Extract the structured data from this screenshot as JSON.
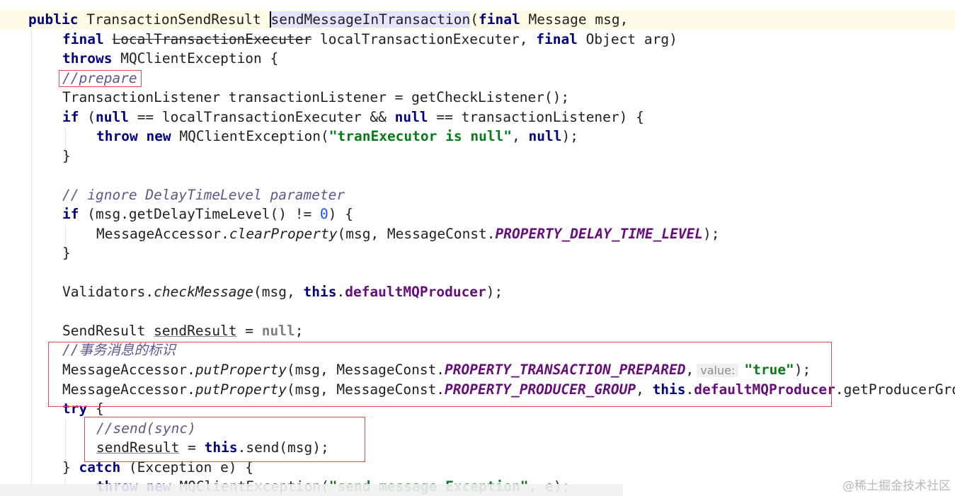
{
  "code": {
    "l1": {
      "public": "public",
      "type": "TransactionSendResult",
      "method": "sendMessageInTransaction",
      "paren": "(",
      "final": "final",
      "param": "Message msg,"
    },
    "l2": {
      "final1": "final",
      "deprecated_type": "LocalTransactionExecuter",
      "param1": "localTransactionExecuter,",
      "final2": "final",
      "param2": "Object arg)"
    },
    "l3": {
      "throws": "throws",
      "exc": "MQClientException {"
    },
    "l4": {
      "comment": "//prepare"
    },
    "l5": {
      "text": "TransactionListener transactionListener = getCheckListener();"
    },
    "l6": {
      "if": "if",
      "p1": "(",
      "null1": "null",
      "p2": "== localTransactionExecuter && ",
      "null2": "null",
      "p3": "== transactionListener) {"
    },
    "l7": {
      "throw": "throw",
      "new": "new",
      "p1": "MQClientException(",
      "str": "\"tranExecutor is null\"",
      "p2": ", ",
      "null": "null",
      "p3": ");"
    },
    "l8": {
      "brace": "}"
    },
    "l10": {
      "comment": "// ignore DelayTimeLevel parameter"
    },
    "l11": {
      "if": "if",
      "p1": "(msg.getDelayTimeLevel() != ",
      "num": "0",
      "p2": ") {"
    },
    "l12": {
      "p1": "MessageAccessor.",
      "method": "clearProperty",
      "p2": "(msg, MessageConst.",
      "const": "PROPERTY_DELAY_TIME_LEVEL",
      "p3": ");"
    },
    "l13": {
      "brace": "}"
    },
    "l15": {
      "p1": "Validators.",
      "method": "checkMessage",
      "p2": "(msg, ",
      "this": "this",
      "dot": ".",
      "field": "defaultMQProducer",
      "p3": ");"
    },
    "l17": {
      "p1": "SendResult ",
      "var": "sendResult",
      "p2": " = ",
      "null": "null",
      "p3": ";"
    },
    "l18": {
      "comment": "//事务消息的标识"
    },
    "l19": {
      "p1": "MessageAccessor.",
      "method": "putProperty",
      "p2": "(msg, MessageConst.",
      "const": "PROPERTY_TRANSACTION_PREPARED",
      "p3": ",",
      "hint": "value:",
      "str": "\"true\"",
      "p4": ");"
    },
    "l20": {
      "p1": "MessageAccessor.",
      "method": "putProperty",
      "p2": "(msg, MessageConst.",
      "const": "PROPERTY_PRODUCER_GROUP",
      "p3": ", ",
      "this": "this",
      "dot": ".",
      "field": "defaultMQProducer",
      "p4": ".getProducerGroup());"
    },
    "l21": {
      "try": "try",
      "p1": " {"
    },
    "l22": {
      "comment": "//send(sync)"
    },
    "l23": {
      "var": "sendResult",
      "p1": " = ",
      "this": "this",
      "p2": ".send(msg);"
    },
    "l24": {
      "p1": "} ",
      "catch": "catch",
      "p2": " (Exception e) {"
    },
    "l25": {
      "throw": "throw",
      "new": "new",
      "p1": "MQClientException(",
      "str": "\"send message Exception\"",
      "p2": ", e);"
    }
  },
  "watermark": "@稀土掘金技术社区",
  "colors": {
    "keyword": "#000080",
    "string": "#067d17",
    "comment": "#5a5a8a",
    "field": "#660e7a",
    "number": "#1750eb",
    "annotation_box": "#e0484b",
    "current_line": "#fffbe7"
  }
}
